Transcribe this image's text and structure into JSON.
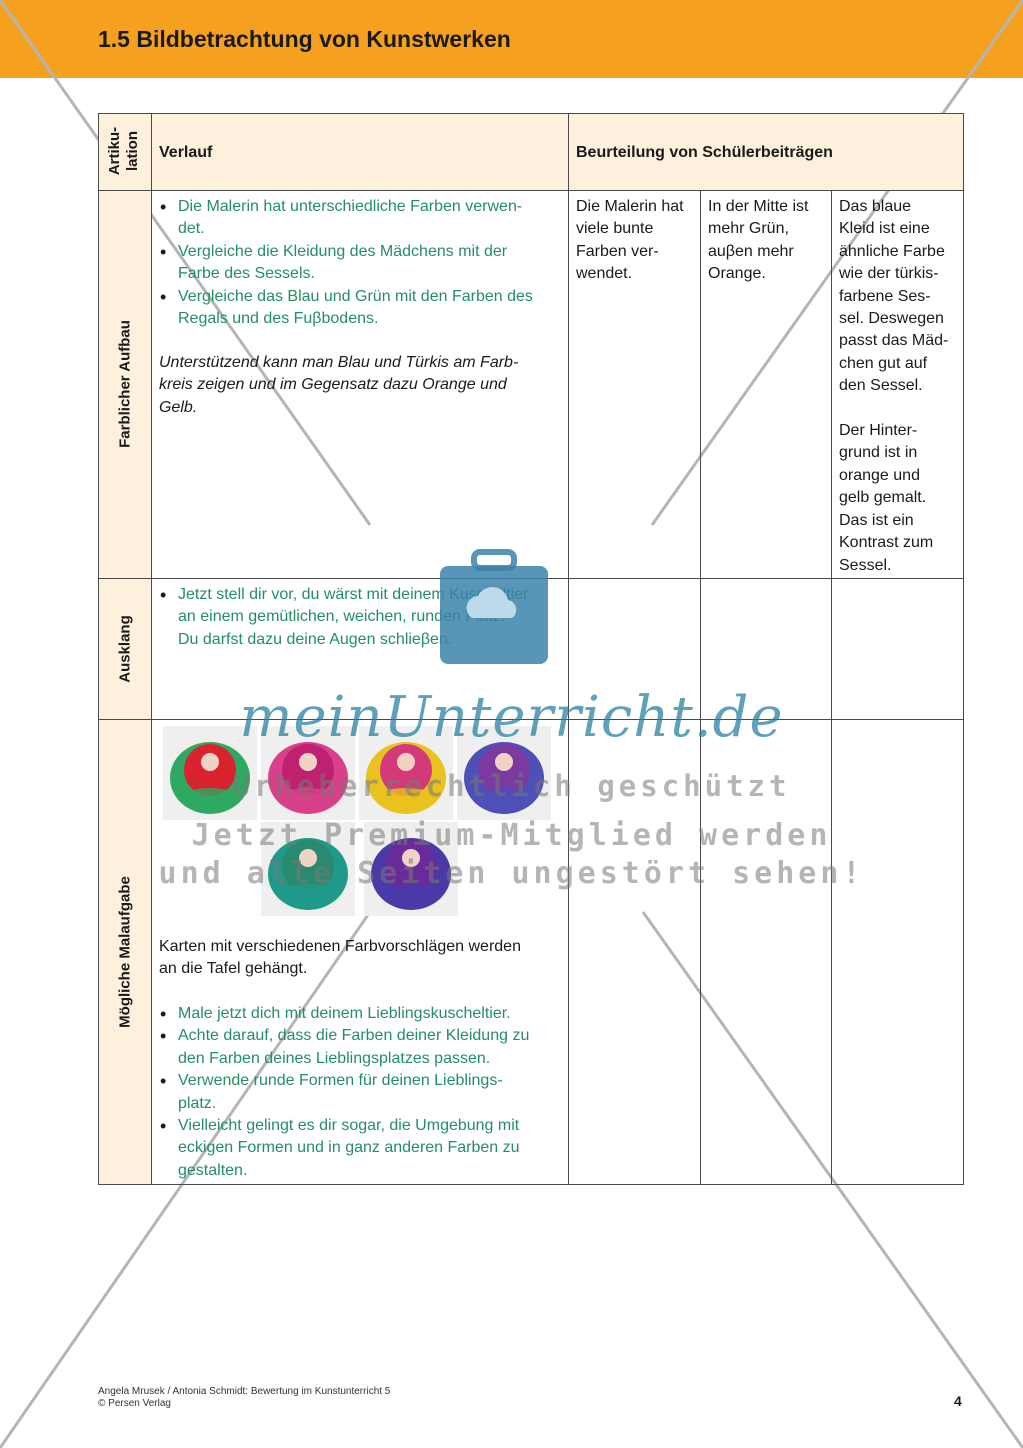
{
  "header": {
    "title": "1.5  Bildbetrachtung von Kunstwerken"
  },
  "table": {
    "col_artikulation": "Artiku-\nlation",
    "col_verlauf": "Verlauf",
    "col_beurteilung": "Beurteilung von Schülerbeiträgen",
    "rows": {
      "farblicher": {
        "label": "Farblicher Aufbau",
        "bullets": [
          "Die Malerin hat unterschiedliche Farben verwen-\ndet.",
          "Vergleiche die Kleidung des Mädchens mit der\nFarbe des Sessels.",
          "Vergleiche das Blau und Grün mit den Farben des\nRegals und des Fuβbodens."
        ],
        "note": "Unterstützend kann man Blau und Türkis am Farb-\nkreis zeigen und im Gegensatz dazu Orange und\nGelb.",
        "eval1": "Die Malerin hat\nviele bunte\nFarben ver-\nwendet.",
        "eval2": "In der Mitte ist\nmehr Grün,\nauβen mehr\nOrange.",
        "eval3": "Das blaue\nKleid ist eine\nähnliche Farbe\nwie der türkis-\nfarbene Ses-\nsel. Deswegen\npasst das Mäd-\nchen gut auf\nden Sessel.\n\nDer Hinter-\ngrund ist in\norange und\ngelb gemalt.\nDas ist ein\nKontrast zum\nSessel."
      },
      "ausklang": {
        "label": "Ausklang",
        "bullets": [
          "Jetzt stell dir vor, du wärst mit deinem Kuscheltier\nan einem gemütlichen, weichen, runden Platz.\nDu darfst dazu deine Augen schlieβen."
        ]
      },
      "malaufgabe": {
        "label": "Mögliche Malaufgabe",
        "intro": "Karten mit verschiedenen Farbvorschlägen werden\nan die Tafel gehängt.",
        "bullets": [
          "Male jetzt dich mit deinem Lieblingskuscheltier.",
          "Achte darauf, dass die Farben deiner Kleidung zu\nden Farben deines Lieblingsplatzes passen.",
          "Verwende runde Formen für deinen Lieblings-\nplatz.",
          "Vielleicht gelingt es dir sogar, die Umgebung mit\neckigen Formen und in ganz anderen Farben zu\ngestalten."
        ],
        "thumbnails": [
          {
            "outer": "#2fa862",
            "inner": "#d8232f"
          },
          {
            "outer": "#d8418a",
            "inner": "#c02070"
          },
          {
            "outer": "#e8c21e",
            "inner": "#d43a7a"
          },
          {
            "outer": "#4f4fb8",
            "inner": "#7a3aa0"
          },
          {
            "outer": "#1f9a8a",
            "inner": "#2a8a70"
          },
          {
            "outer": "#4a3aa8",
            "inner": "#6a2a9a"
          }
        ]
      }
    }
  },
  "watermark": {
    "logo": "meinUnterricht.de",
    "line1": "Urheberrechtlich geschützt",
    "line2": "Jetzt Premium-Mitglied werden",
    "line3": "und alle Seiten ungestört sehen!"
  },
  "footer": {
    "line1": "Angela Mrusek / Antonia Schmidt: Bewertung im Kunstunterricht 5",
    "line2": "© Persen Verlag",
    "page": "4"
  },
  "colors": {
    "header": "#f5a01e",
    "bullet_text": "#238f62",
    "table_header_bg": "#fdf0dd"
  }
}
